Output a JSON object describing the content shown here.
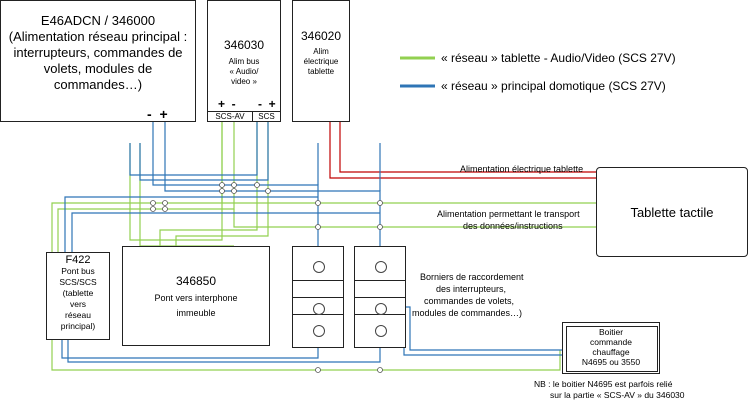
{
  "blocks": {
    "main_psu": {
      "title": "E46ADCN / 346000",
      "lines": [
        "(Alimentation réseau principal :",
        "interrupteurs, commandes de",
        "volets, modules de",
        "commandes…)"
      ],
      "terminals": "-  +"
    },
    "av_psu": {
      "title": "346030",
      "lines": [
        "Alim bus",
        "« Audio/",
        "video »"
      ],
      "terminals_left": "+  -",
      "terminals_right": "-  +",
      "port_left": "SCS-AV",
      "port_right": "SCS"
    },
    "tablet_psu": {
      "title": "346020",
      "lines": [
        "Alim",
        "électrique",
        "tablette"
      ]
    },
    "tablet": {
      "title": "Tablette tactile"
    },
    "bridge_f422": {
      "title": "F422",
      "lines": [
        "Pont bus",
        "SCS/SCS",
        "(tablette",
        "vers",
        "réseau",
        "principal)"
      ]
    },
    "bridge_346850": {
      "title": "346850",
      "lines": [
        "Pont vers interphone",
        "immeuble"
      ]
    },
    "heating": {
      "lines": [
        "Boitier",
        "commande",
        "chauffage",
        "N4695 ou 3550"
      ]
    }
  },
  "legend": {
    "green": {
      "label": "« réseau » tablette - Audio/Video (SCS 27V)",
      "color": "#92d050"
    },
    "blue": {
      "label": "« réseau » principal domotique (SCS 27V)",
      "color": "#2e75b6"
    }
  },
  "labels": {
    "power_tablet": "Alimentation électrique tablette",
    "power_transport_1": "Alimentation permettant le transport",
    "power_transport_2": "des données/instructions",
    "terminals_1": "Borniers de raccordement",
    "terminals_2": "des interrupteurs,",
    "terminals_3": "commandes de volets,",
    "terminals_4": "modules de commandes…)",
    "note_1": "NB : le boitier N4695 est parfois relié",
    "note_2": "sur la partie « SCS-AV » du 346030"
  },
  "colors": {
    "red_wire": "#c00000"
  }
}
